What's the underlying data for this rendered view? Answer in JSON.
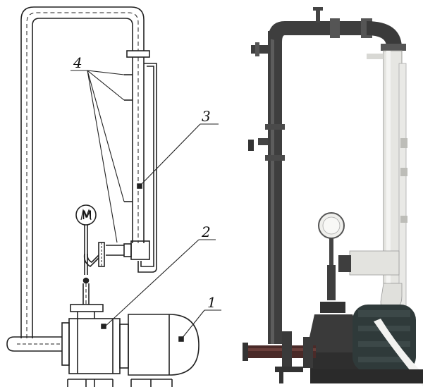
{
  "figure": {
    "labels": {
      "pump": "1",
      "housing": "2",
      "tube": "3",
      "taps": "4",
      "manometer": "M"
    },
    "colors": {
      "line": "#222222",
      "paint_dark": "#3e3e3e",
      "paint_light": "#e6e6e2",
      "pipe_red": "#4a2a28",
      "motor": "#2f3a3a"
    }
  }
}
